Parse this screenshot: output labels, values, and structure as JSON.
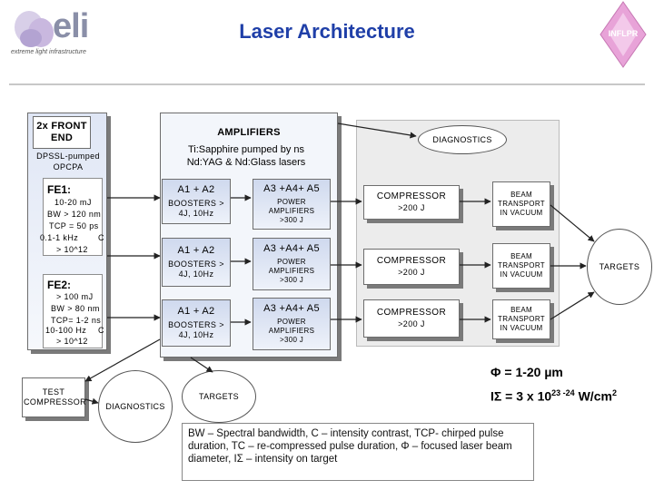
{
  "header": {
    "title": "Laser Architecture",
    "logo_left_mark": "eli",
    "logo_left_caption": "extreme light infrastructure",
    "logo_right": "INFLPR"
  },
  "front_end": {
    "heading": "2x FRONT END",
    "pump": "DPSSL-pumped OPCPA",
    "fe1": {
      "label": "FE1:",
      "lines": [
        "10-20 mJ",
        "BW > 120 nm",
        "TCP = 50 ps",
        "0.1-1 kHz",
        "> 10^12"
      ],
      "c": "C"
    },
    "fe2": {
      "label": "FE2:",
      "lines": [
        "> 100 mJ",
        "BW > 80 nm",
        "TCP= 1-2 ns",
        "10-100 Hz",
        "> 10^12"
      ],
      "c": "C"
    }
  },
  "amplifiers": {
    "heading": "AMPLIFIERS",
    "subtitle": "Ti:Sapphire pumped by ns Nd:YAG & Nd:Glass lasers",
    "rows": [
      {
        "a1_head": "A1 + A2",
        "a1_body": "BOOSTERS > 4J, 10Hz",
        "a3_head": "A3 +A4+ A5",
        "a3_body": "POWER AMPLIFIERS >300 J"
      },
      {
        "a1_head": "A1 + A2",
        "a1_body": "BOOSTERS > 4J, 10Hz",
        "a3_head": "A3 +A4+ A5",
        "a3_body": "POWER AMPLIFIERS >300 J"
      },
      {
        "a1_head": "A1 + A2",
        "a1_body": "BOOSTERS > 4J, 10Hz",
        "a3_head": "A3 +A4+ A5",
        "a3_body": "POWER AMPLIFIERS >300 J"
      }
    ]
  },
  "diagnostics_top": "DIAGNOSTICS",
  "compressors": [
    {
      "title": "COMPRESSOR",
      "value": ">200 J"
    },
    {
      "title": "COMPRESSOR",
      "value": ">200 J"
    },
    {
      "title": "COMPRESSOR",
      "value": ">200 J"
    }
  ],
  "beam_transport": [
    {
      "label": "BEAM TRANSPORT IN VACUUM"
    },
    {
      "label": "BEAM TRANSPORT IN VACUUM"
    },
    {
      "label": "BEAM TRANSPORT IN VACUUM"
    }
  ],
  "targets_main": "TARGETS",
  "bottom": {
    "test_compressor": "TEST COMPRESSOR",
    "diagnostics": "DIAGNOSTICS",
    "targets": "TARGETS"
  },
  "specs": {
    "phi": "Φ = 1-20 µm",
    "intensity_prefix": "IΣ = 3 x 10",
    "intensity_exp": "23 -24",
    "intensity_unit": " W/cm",
    "intensity_unit_exp": "2"
  },
  "legend": "BW – Spectral bandwidth, C – intensity contrast, TCP- chirped pulse duration, TC – re-compressed pulse duration, Φ – focused laser beam diameter, IΣ – intensity on target",
  "colors": {
    "title": "#1f3fa8",
    "box_fill_top": "#dfe6f5",
    "diagnostic_fill": "#ececec",
    "logo_accent": "#e8a3d8"
  }
}
